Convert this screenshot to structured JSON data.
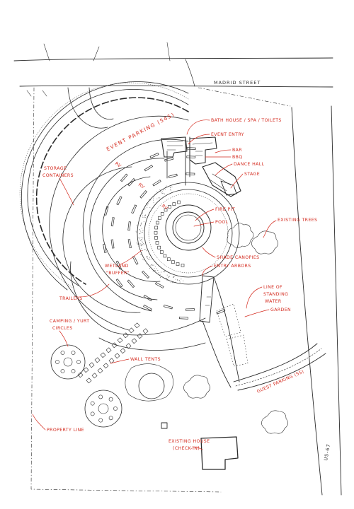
{
  "colors": {
    "ink": "#2b2b2b",
    "annotation": "#d42a1e",
    "paper": "#ffffff",
    "light_ink": "#6a6a6a"
  },
  "streets": {
    "north": "MADRID STREET",
    "east": "US-67"
  },
  "annotations": {
    "event_parking": "EVENT PARKING (545)",
    "bath_house": "BATH HOUSE / SPA / TOILETS",
    "event_entry": "EVENT ENTRY",
    "bar": "BAR",
    "bbq": "BBQ",
    "dance_hall": "DANCE HALL",
    "stage": "STAGE",
    "storage_containers_1": "STORAGE",
    "storage_containers_2": "CONTAINERS",
    "rv_1": "RV",
    "rv_2": "RV",
    "rv_3": "RV",
    "fire_pit": "FIRE PIT",
    "pool": "POOL",
    "existing_trees": "EXISTING TREES",
    "shade_canopies": "SHADE CANOPIES",
    "wetland_1": "WETLAND",
    "wetland_2": "\"BUFFER\"",
    "entry_arbors": "ENTRY ARBORS",
    "standing_water_1": "LINE OF",
    "standing_water_2": "STANDING",
    "standing_water_3": "WATER",
    "trailers": "TRAILERS",
    "garden": "GARDEN",
    "camping_1": "CAMPING / YURT",
    "camping_2": "CIRCLES",
    "wall_tents": "WALL TENTS",
    "guest_parking": "GUEST PARKING (55)",
    "property_line": "PROPERTY LINE",
    "existing_house_1": "EXISTING HOUSE",
    "existing_house_2": "(CHECK-IN)"
  }
}
